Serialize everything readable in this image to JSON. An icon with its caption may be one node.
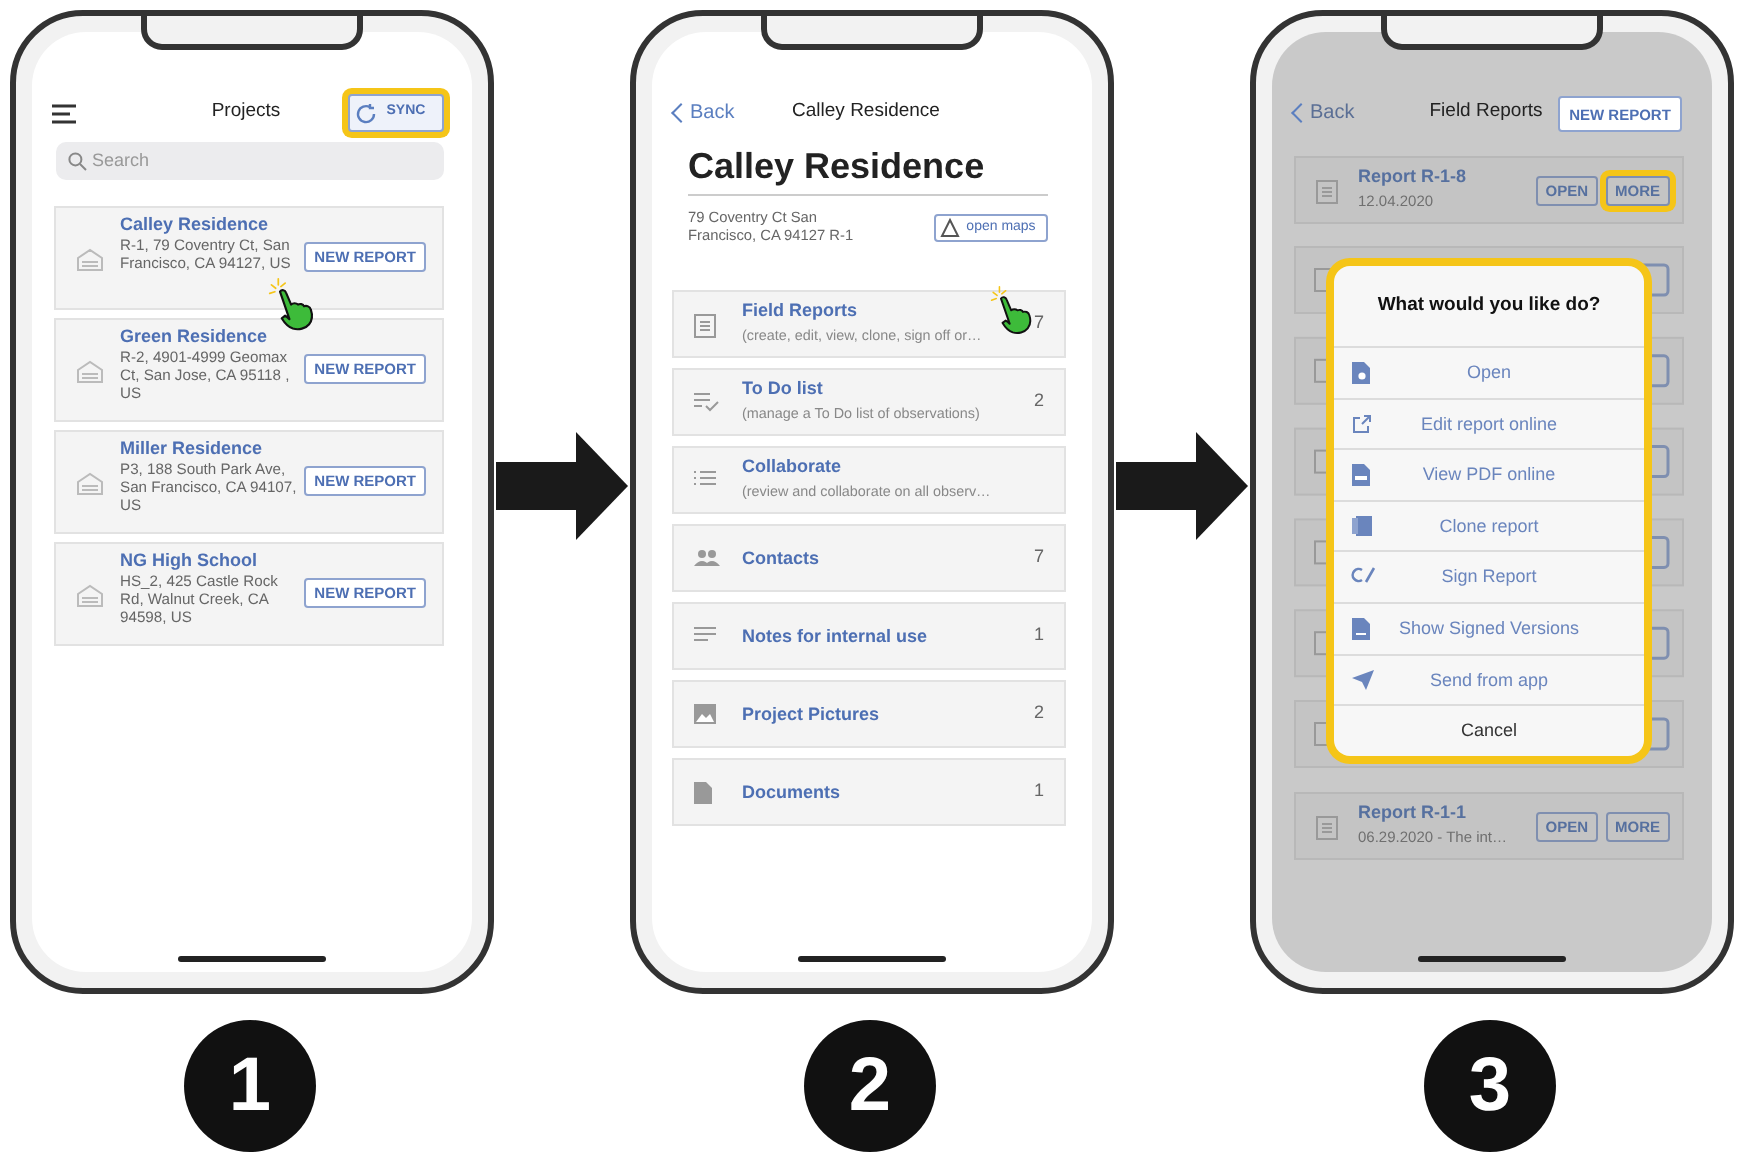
{
  "diagram": {
    "nodes": [
      {
        "text": [
          "Projects"
        ],
        "beside": [
          "1"
        ]
      },
      {
        "text": [
          "SYNC"
        ],
        "in": 0
      },
      {
        "text": [
          "Search"
        ],
        "in": 0
      },
      {
        "text": [
          "Calley Residence",
          "R-1, 79 Coventry Ct, San Francisco, CA 94127, US",
          "NEW REPORT"
        ],
        "in": 0
      },
      {
        "text": [
          "Green Residence",
          "R-2, 4901-4999 Geomax Ct, San Jose, CA 95118 , US",
          "NEW REPORT"
        ],
        "in": 0
      },
      {
        "text": [
          "Miller Residence",
          "P3, 188 South Park Ave, San Francisco, CA 94107, US",
          "NEW REPORT"
        ],
        "in": 0
      },
      {
        "text": [
          "NG High School",
          "HS_2, 425 Castle Rock Rd, Walnut Creek, CA 94598, US",
          "NEW REPORT"
        ],
        "in": 0
      },
      {
        "text": [
          "Calley Residence"
        ],
        "beside": [
          "2"
        ]
      },
      {
        "text": [
          "open maps"
        ],
        "in": 7
      },
      {
        "text": [
          "Field Reports",
          "(create, edit, view, clone, sign off or…",
          "7"
        ],
        "in": 7
      },
      {
        "text": [
          "To Do list",
          "(manage a To Do list of observations)",
          "2"
        ],
        "in": 7
      },
      {
        "text": [
          "Collaborate",
          "(review and collaborate on all observ…"
        ],
        "in": 7
      },
      {
        "text": [
          "Contacts",
          "7"
        ],
        "in": 7
      },
      {
        "text": [
          "Notes for internal use",
          "1"
        ],
        "in": 7
      },
      {
        "text": [
          "Project Pictures",
          "2"
        ],
        "in": 7
      },
      {
        "text": [
          "Documents",
          "1"
        ],
        "in": 7
      },
      {
        "text": [
          "Field Reports"
        ],
        "beside": [
          "3"
        ]
      },
      {
        "text": [
          "NEW REPORT"
        ],
        "in": 16
      },
      {
        "text": [
          "Report R-1-8",
          "12.04.2020",
          "OPEN",
          "MORE"
        ],
        "in": 16
      },
      {
        "text": [
          "Report R-1-1",
          "06.29.2020 - The int…",
          "OPEN",
          "MORE"
        ],
        "in": 16
      },
      {
        "text": [
          "What would you like do?"
        ],
        "in": 16
      },
      {
        "text": [
          "Open"
        ],
        "in": 20
      },
      {
        "text": [
          "Edit report online"
        ],
        "in": 20
      },
      {
        "text": [
          "View PDF online"
        ],
        "in": 20
      },
      {
        "text": [
          "Clone report"
        ],
        "in": 20
      },
      {
        "text": [
          "Sign Report"
        ],
        "in": 20
      },
      {
        "text": [
          "Show Signed Versions"
        ],
        "in": 20
      },
      {
        "text": [
          "Send from app"
        ],
        "in": 20
      },
      {
        "text": [
          "Cancel"
        ],
        "in": 20
      }
    ],
    "edges": [
      {
        "from": 0,
        "to": 7,
        "arrow": "to"
      },
      {
        "from": 7,
        "to": 16,
        "arrow": "to"
      }
    ],
    "labels": [
      "Back",
      "Calley Residence",
      "79 Coventry Ct San Francisco, CA 94127 R-1",
      "Back"
    ]
  }
}
